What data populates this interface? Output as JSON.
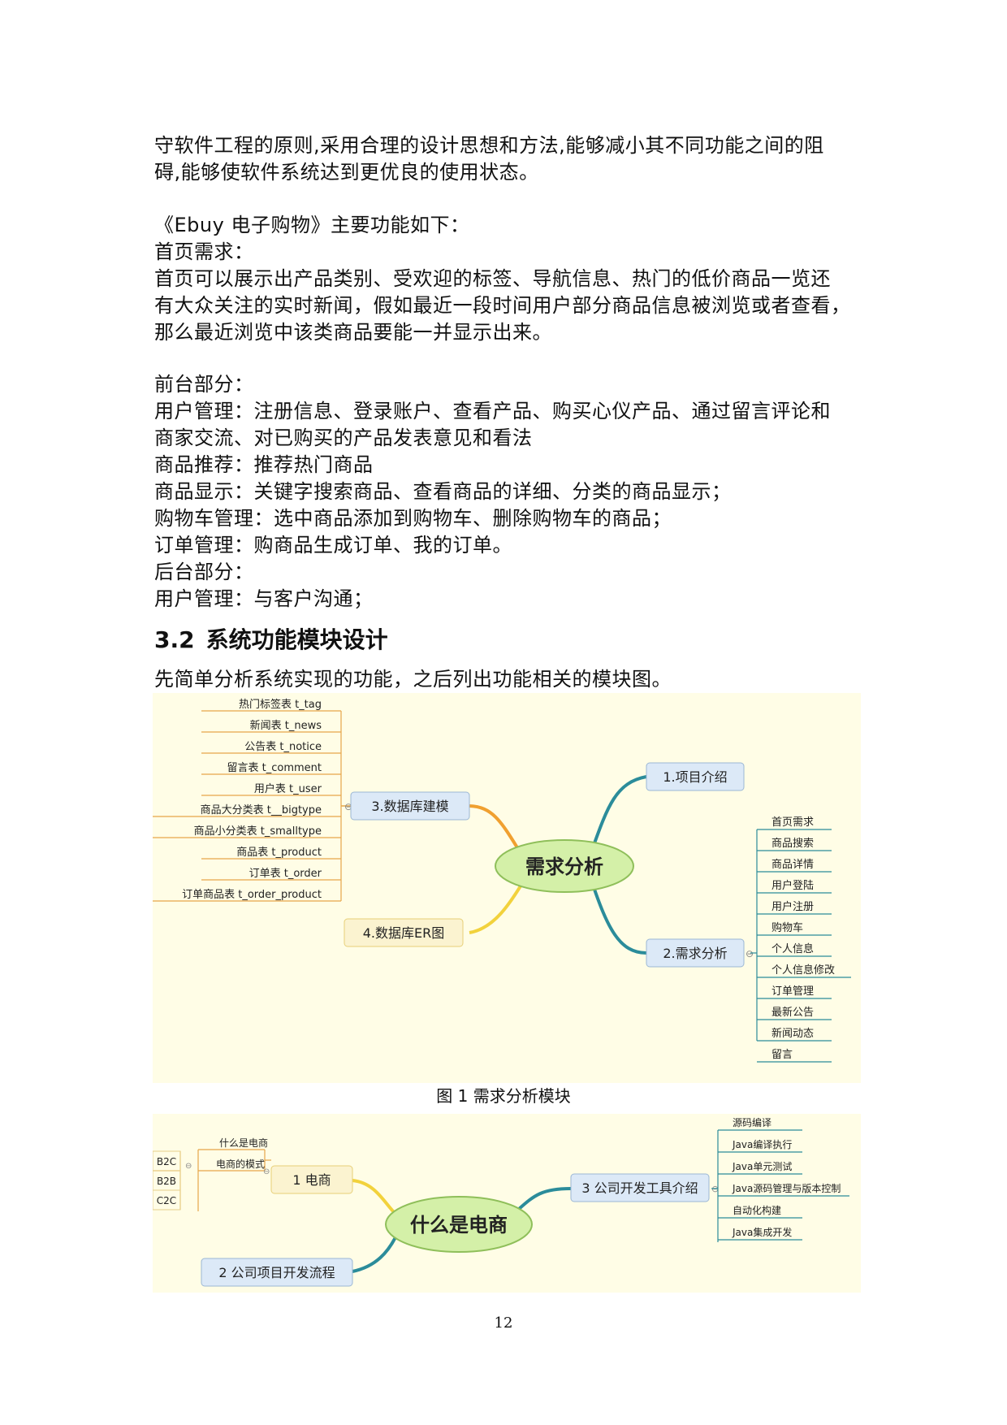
{
  "paragraphs": {
    "intro": [
      "守软件工程的原则,采用合理的设计思想和方法,能够减小其不同功能之间的阻",
      "碍,能够使软件系统达到更优良的使用状态。"
    ],
    "block2": [
      "《Ebuy 电子购物》主要功能如下：",
      "首页需求：",
      "首页可以展示出产品类别、受欢迎的标签、导航信息、热门的低价商品一览还",
      "有大众关注的实时新闻，假如最近一段时间用户部分商品信息被浏览或者查看，",
      "那么最近浏览中该类商品要能一并显示出来。"
    ],
    "block3": [
      "前台部分：",
      "用户管理：注册信息、登录账户、查看产品、购买心仪产品、通过留言评论和",
      "商家交流、对已购买的产品发表意见和看法",
      "商品推荐：推荐热门商品",
      "商品显示：关键字搜索商品、查看商品的详细、分类的商品显示；",
      "购物车管理：选中商品添加到购物车、删除购物车的商品；",
      "订单管理：购商品生成订单、我的订单。",
      "后台部分：",
      "用户管理：与客户沟通；"
    ]
  },
  "heading": {
    "number": "3.2",
    "title": "系统功能模块设计"
  },
  "intro_line": "先简单分析系统实现的功能，之后列出功能相关的模块图。",
  "figure1": {
    "center": "需求分析",
    "db_tables": [
      "热门标签表  t_tag",
      "新闻表  t_news",
      "公告表  t_notice",
      "留言表  t_comment",
      "用户表  t_user",
      "商品大分类表  t__bigtype",
      "商品小分类表  t_smalltype",
      "商品表  t_product",
      "订单表  t_order",
      "订单商品表  t_order_product"
    ],
    "branch_db": "3.数据库建模",
    "branch_er": "4.数据库ER图",
    "branch_intro": "1.项目介绍",
    "branch_req": "2.需求分析",
    "req_items": [
      "首页需求",
      "商品搜索",
      "商品详情",
      "用户登陆",
      "用户注册",
      "购物车",
      "个人信息",
      "个人信息修改",
      "订单管理",
      "最新公告",
      "新闻动态",
      "留言"
    ],
    "collapse_symbol": "⊖"
  },
  "caption": "图 1 需求分析模块",
  "figure2": {
    "center": "什么是电商",
    "branch_ecom": "1 电商",
    "sub_what": "什么是电商",
    "sub_mode": "电商的模式",
    "modes": [
      "B2C",
      "B2B",
      "C2C"
    ],
    "branch_process": "2 公司项目开发流程",
    "branch_tools": "3 公司开发工具介绍",
    "tools": [
      "源码编译",
      "Java编译执行",
      "Java单元测试",
      "Java源码管理与版本控制",
      "自动化构建",
      "Java集成开发"
    ],
    "collapse_symbol": "⊖"
  },
  "page_number": "12",
  "colors": {
    "figure_bg": "#fffde6",
    "center_fill": "#d4f0a8",
    "center_stroke": "#8fbf5a",
    "box_fill": "#dce9f7",
    "box_stroke": "#9bb7d4",
    "orange": "#f0a030",
    "yellow": "#f2d23c",
    "teal": "#2b8c9a",
    "line": "#e6a64a"
  }
}
